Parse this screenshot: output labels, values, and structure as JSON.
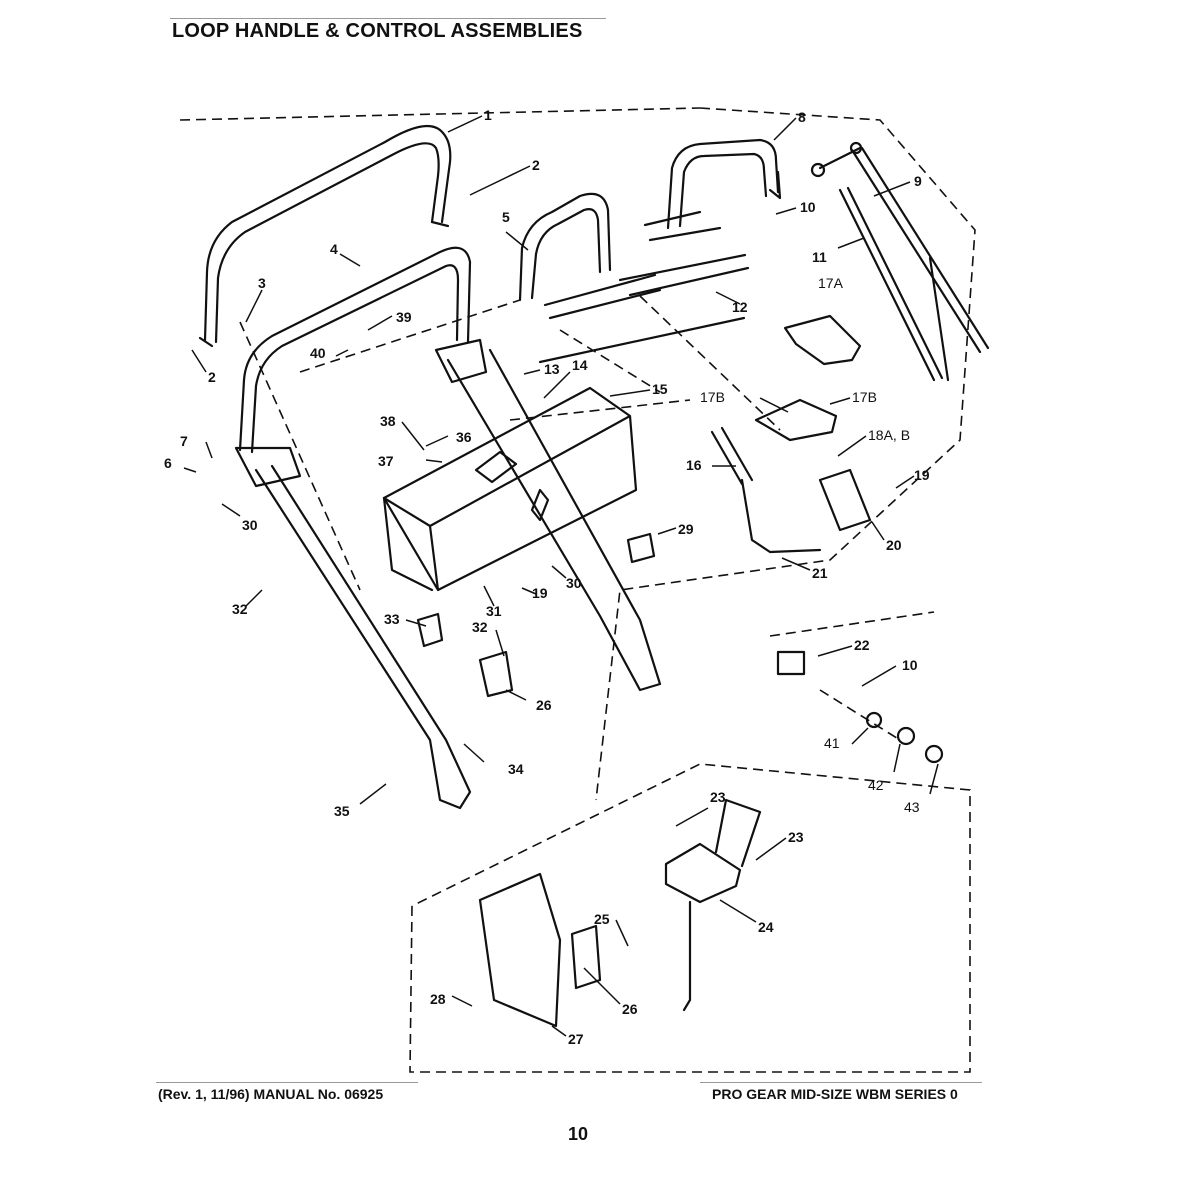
{
  "title": "LOOP HANDLE & CONTROL ASSEMBLIES",
  "footer": {
    "left": "(Rev. 1, 11/96) MANUAL No. 06925",
    "right": "PRO GEAR MID-SIZE WBM SERIES 0",
    "page_number": "10"
  },
  "callouts": {
    "c1": "1",
    "c2a": "2",
    "c2b": "2",
    "c3": "3",
    "c4": "4",
    "c5": "5",
    "c6": "6",
    "c7": "7",
    "c8": "8",
    "c9": "9",
    "c10a": "10",
    "c10b": "10",
    "c11": "11",
    "c12": "12",
    "c13": "13",
    "c14": "14",
    "c15": "15",
    "c16": "16",
    "c17a": "17A",
    "c17b1": "17B",
    "c17b2": "17B",
    "c18": "18A, B",
    "c19a": "19",
    "c19b": "19",
    "c20": "20",
    "c21": "21",
    "c22": "22",
    "c23a": "23",
    "c23b": "23",
    "c24": "24",
    "c25": "25",
    "c26a": "26",
    "c26b": "26",
    "c27": "27",
    "c28": "28",
    "c29": "29",
    "c30a": "30",
    "c30b": "30",
    "c31": "31",
    "c32a": "32",
    "c32b": "32",
    "c33": "33",
    "c34": "34",
    "c35": "35",
    "c36": "36",
    "c37": "37",
    "c38": "38",
    "c39": "39",
    "c40": "40",
    "c41": "41",
    "c42": "42",
    "c43": "43"
  }
}
